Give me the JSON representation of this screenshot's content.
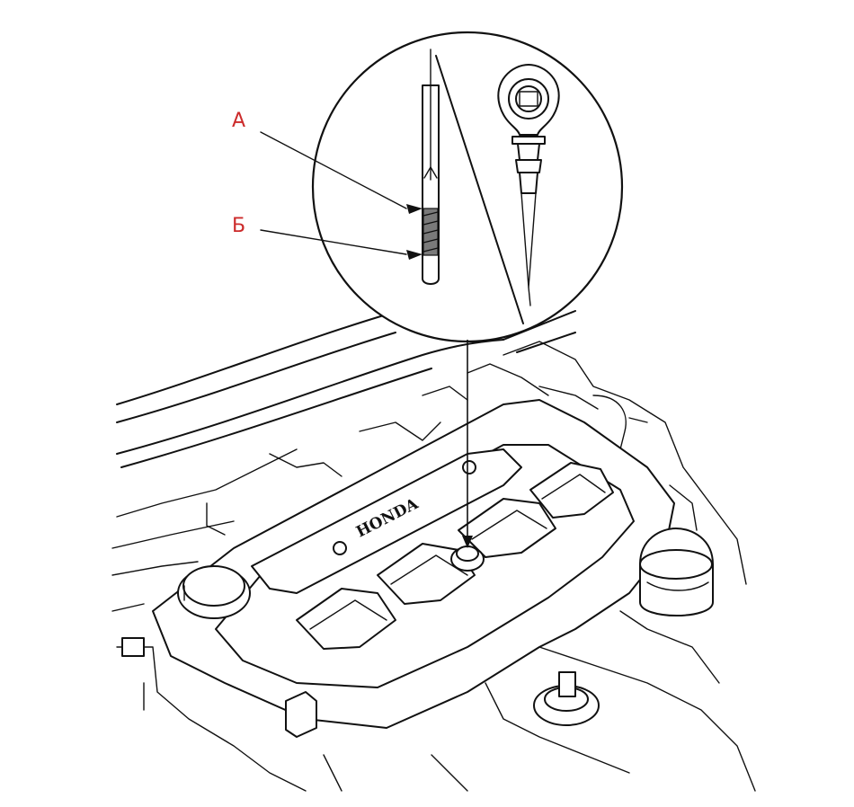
{
  "callouts": [
    {
      "id": "A",
      "label": "А"
    },
    {
      "id": "B",
      "label": "Б"
    }
  ],
  "colors": {
    "callout_text": "#cc2b2b",
    "line_art": "#111111",
    "background": "#ffffff"
  }
}
